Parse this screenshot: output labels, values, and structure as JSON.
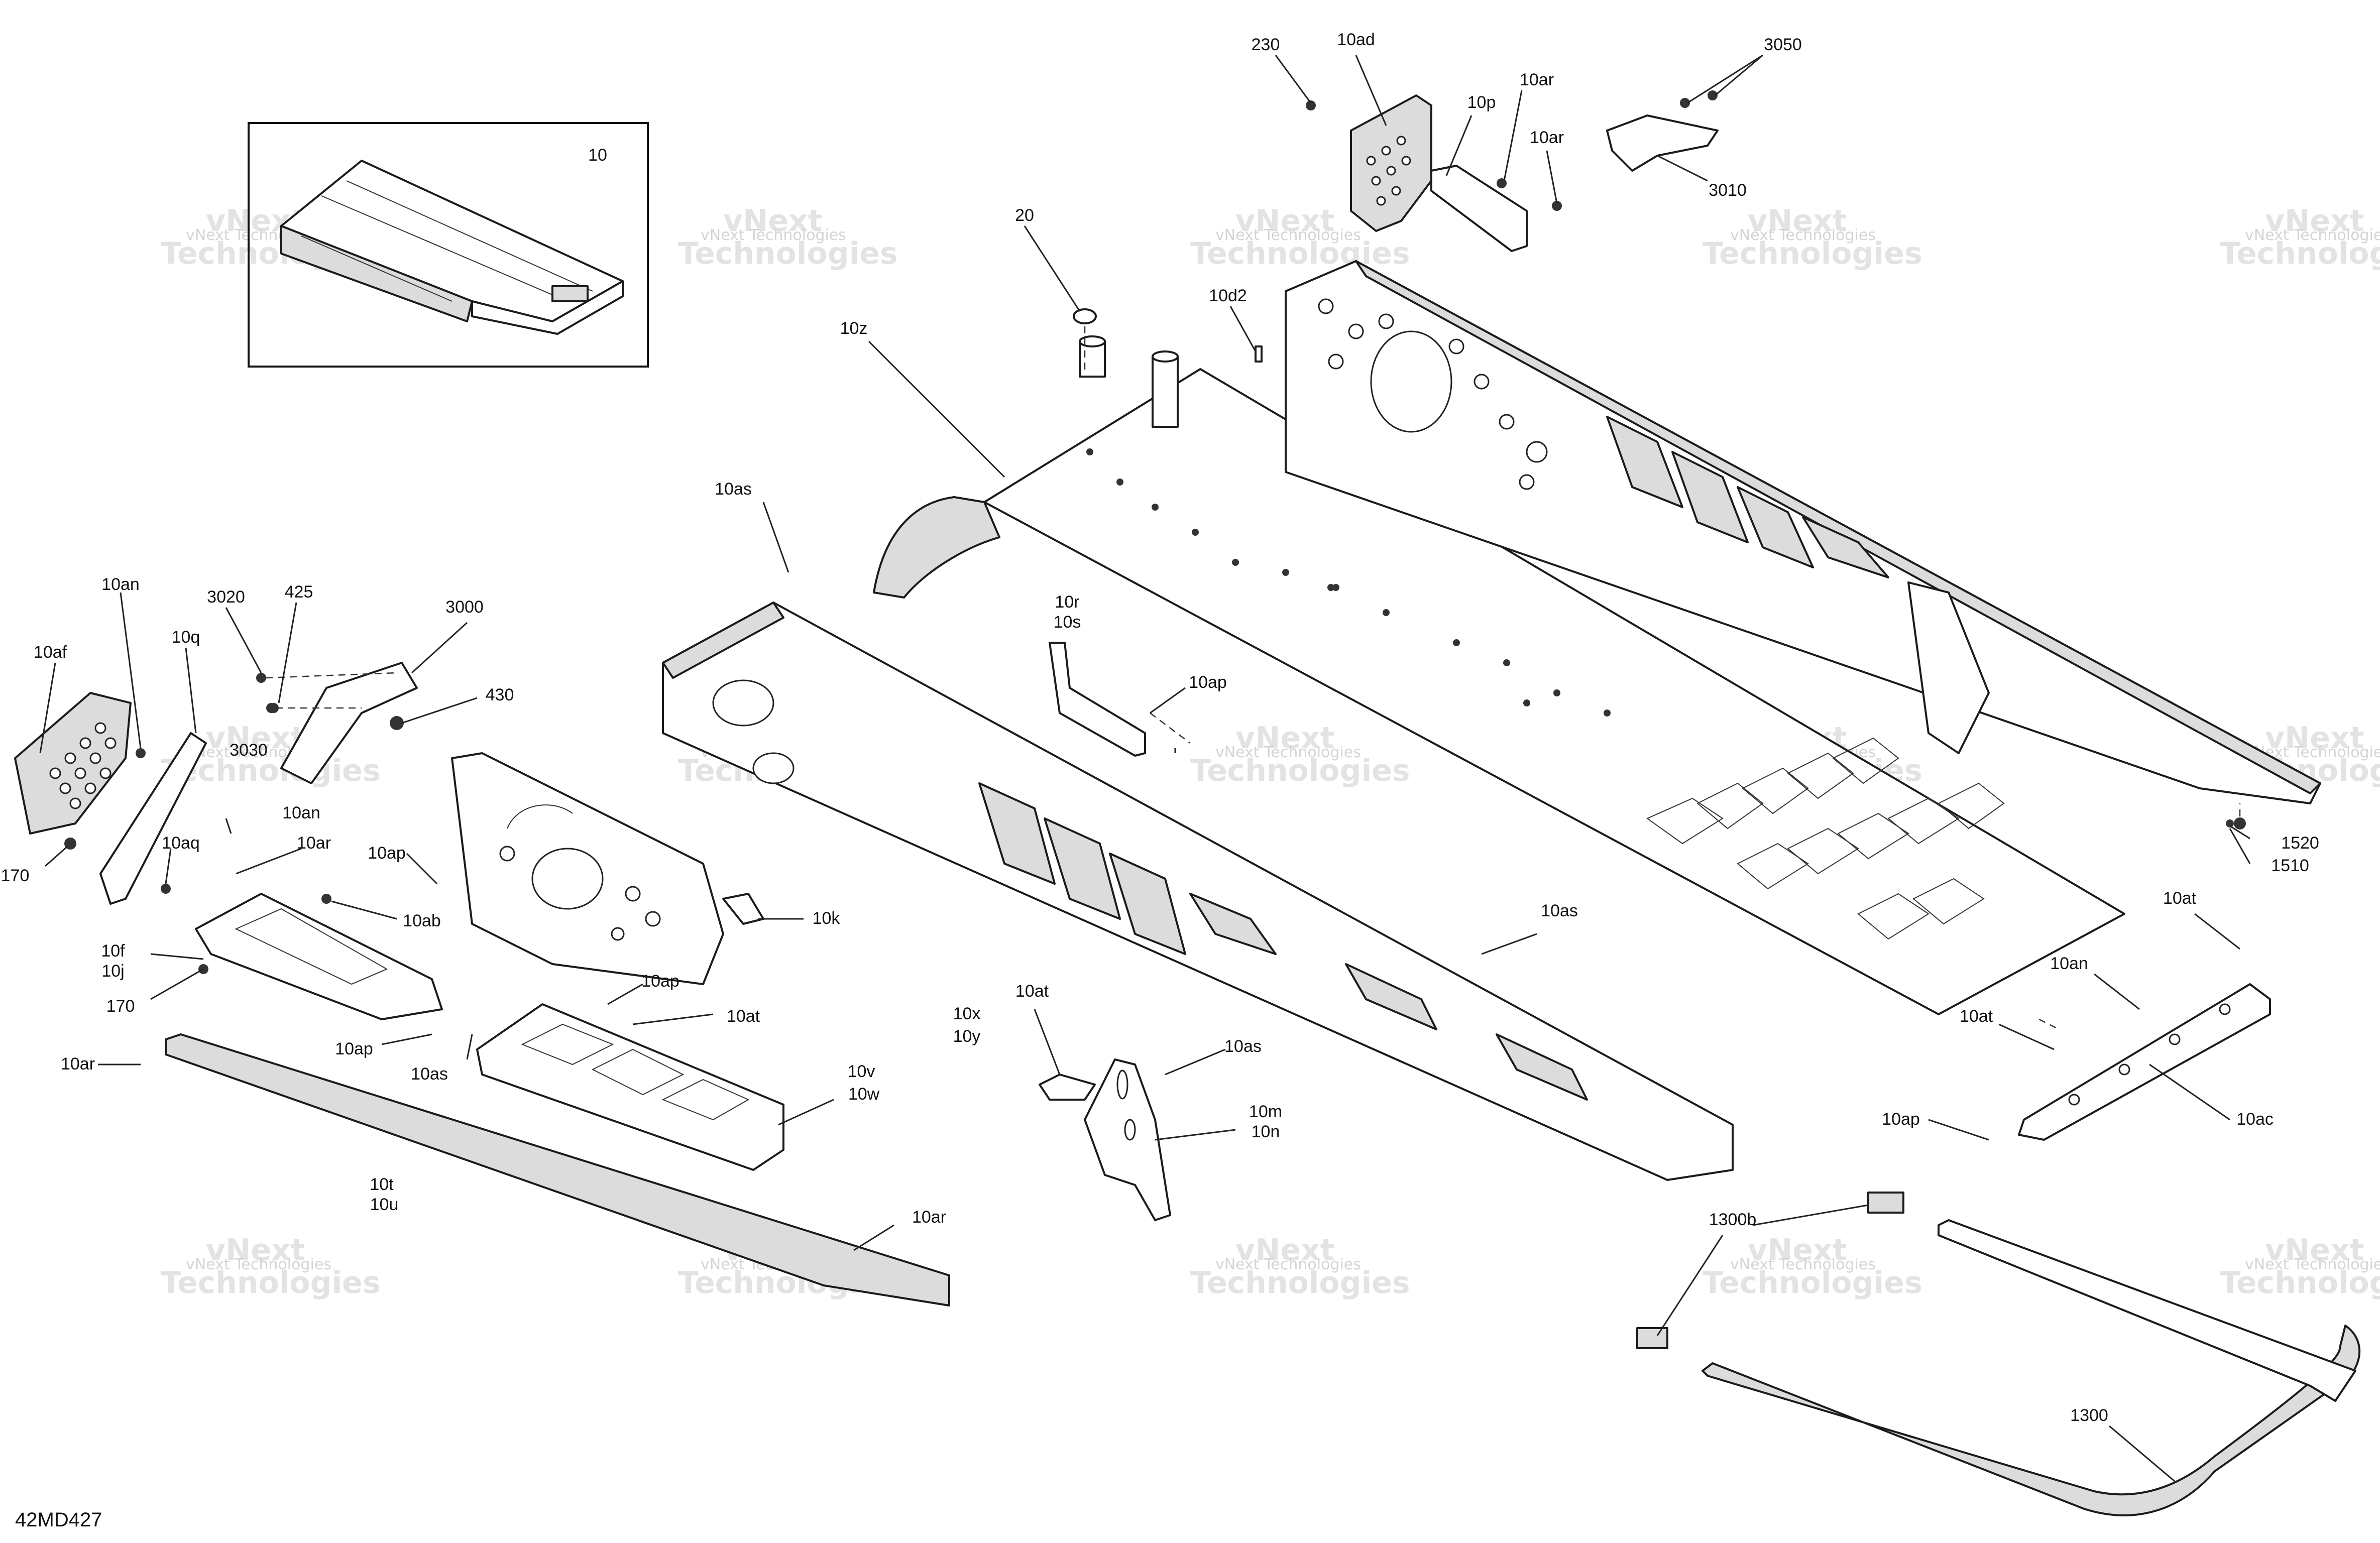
{
  "diagram_code": "42MD427",
  "watermark": {
    "line1": "vNext Technologies",
    "line2": "vNext",
    "line3": "Technologies"
  },
  "callouts": {
    "c10": "10",
    "c20": "20",
    "c230": "230",
    "c10ad": "10ad",
    "c10ar_top": "10ar",
    "c10p": "10p",
    "c10ar_top2": "10ar",
    "c3050": "3050",
    "c3010": "3010",
    "c10d2": "10d2",
    "c10z": "10z",
    "c10as_a": "10as",
    "c10an_a": "10an",
    "c10af": "10af",
    "c10q": "10q",
    "c3020": "3020",
    "c425": "425",
    "c3000": "3000",
    "c430": "430",
    "c3030": "3030",
    "c170_a": "170",
    "c10an_b": "10an",
    "c10aq": "10aq",
    "c10ar_b": "10ar",
    "c10ap_a": "10ap",
    "c10ab": "10ab",
    "c10f": "10f",
    "c10j": "10j",
    "c170_b": "170",
    "c10ap_b": "10ap",
    "c10as_b": "10as",
    "c10ap_c": "10ap",
    "c10at_a": "10at",
    "c10ar_c": "10ar",
    "c10v": "10v",
    "c10w": "10w",
    "c10t": "10t",
    "c10u": "10u",
    "c10ar_d": "10ar",
    "c10k": "10k",
    "c10r": "10r",
    "c10s": "10s",
    "c10ap_d": "10ap",
    "c10x": "10x",
    "c10y": "10y",
    "c10at_b": "10at",
    "c10as_c": "10as",
    "c10m": "10m",
    "c10n": "10n",
    "c10as_d": "10as",
    "c10at_c": "10at",
    "c10an_c": "10an",
    "c10at_d": "10at",
    "c10ac": "10ac",
    "c10ap_e": "10ap",
    "c1520": "1520",
    "c1510": "1510",
    "c1300b": "1300b",
    "c1300": "1300"
  }
}
